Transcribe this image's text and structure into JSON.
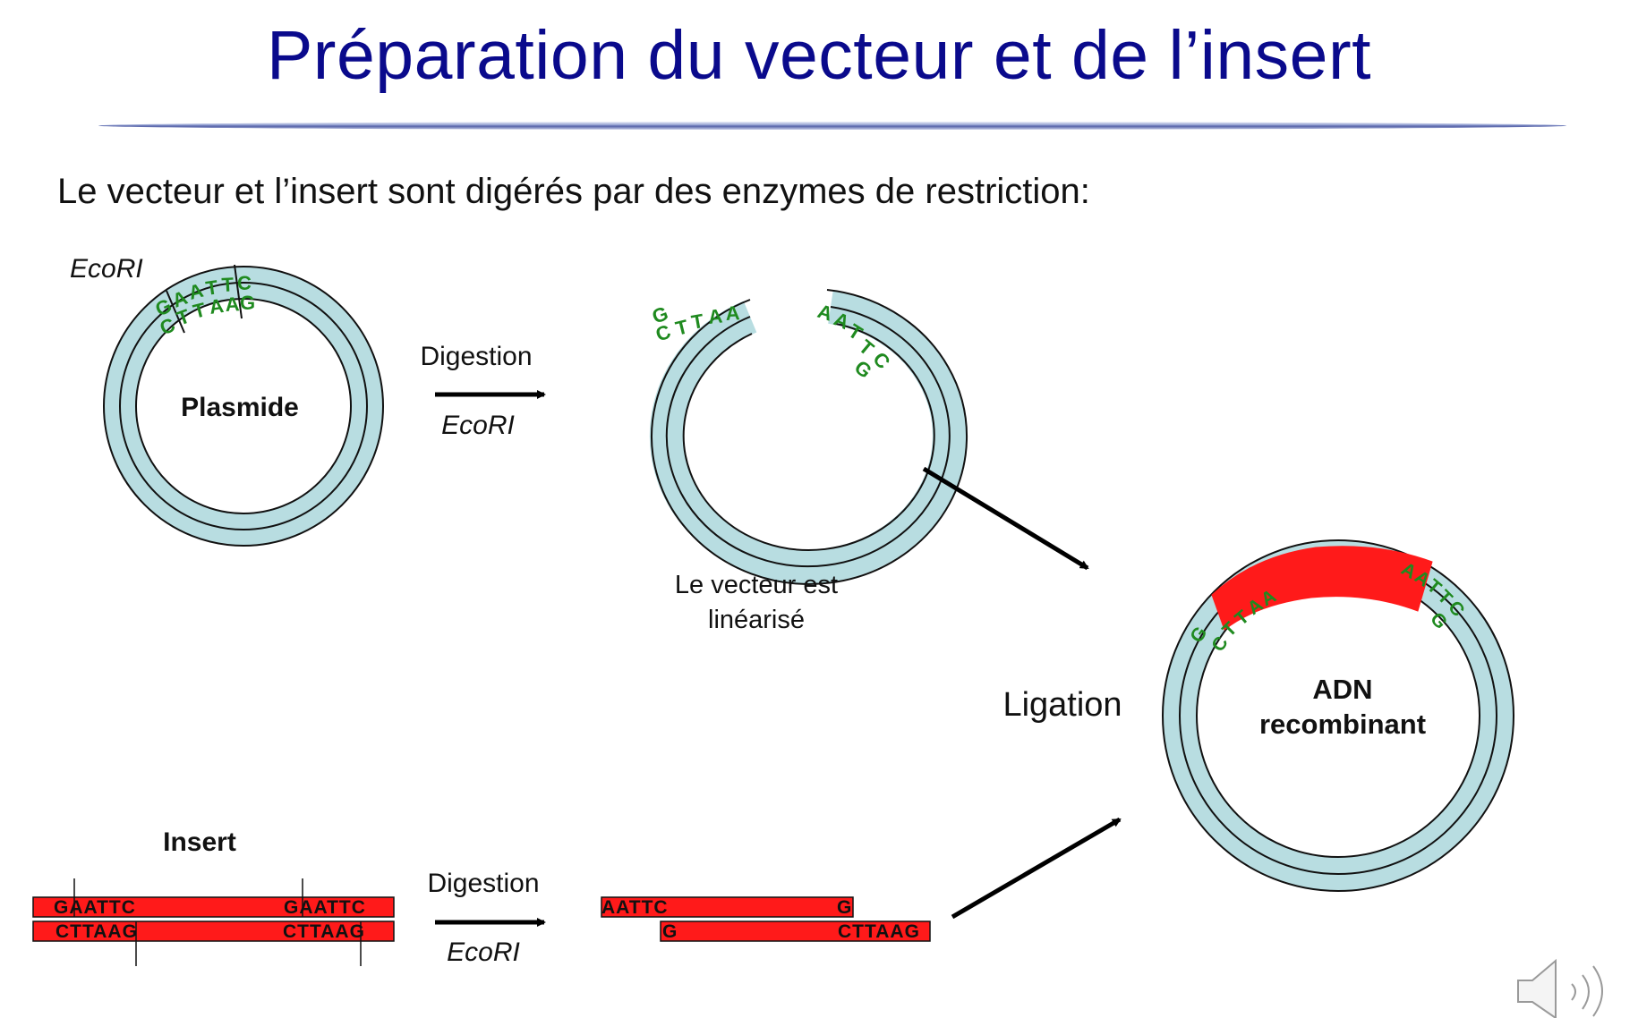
{
  "title": "Préparation du vecteur et de l’insert",
  "subtitle": "Le vecteur et l’insert sont digérés par des enzymes de restriction:",
  "plasmid": {
    "enzyme": "EcoRI",
    "label": "Plasmide",
    "site_top": [
      "G",
      "A",
      "A",
      "T",
      "T",
      "C"
    ],
    "site_bottom": [
      "C",
      "T",
      "T",
      "A",
      "A",
      "G"
    ]
  },
  "digestion_top": {
    "label": "Digestion",
    "enzyme": "EcoRI"
  },
  "linearized": {
    "left_end": [
      "G",
      "C",
      "T",
      "T",
      "A",
      "A"
    ],
    "right_end": [
      "A",
      "A",
      "T",
      "T",
      "C",
      "G"
    ],
    "caption_line1": "Le vecteur est",
    "caption_line2": "linéarisé"
  },
  "ligation_label": "Ligation",
  "recombinant": {
    "line1": "ADN",
    "line2": "recombinant",
    "left_junction": [
      "G",
      "C",
      "T",
      "T",
      "A",
      "A"
    ],
    "right_junction": [
      "A",
      "A",
      "T",
      "T",
      "C",
      "G"
    ]
  },
  "insert": {
    "label": "Insert",
    "top_site_1": "GAATTC",
    "top_site_2": "GAATTC",
    "bottom_site_1": "CTTAAG",
    "bottom_site_2": "CTTAAG"
  },
  "digestion_bottom": {
    "label": "Digestion",
    "enzyme": "EcoRI"
  },
  "cut_insert": {
    "top_left": "AATTC",
    "top_right": "G",
    "bottom_left": "G",
    "bottom_right": "CTTAAG"
  },
  "colors": {
    "title": "#0a0a8c",
    "dna_ring": "#b8dde1",
    "insert": "#ff1a1a",
    "sequence_green": "#1f8a1f"
  },
  "icons": {
    "audio": "speaker-icon"
  }
}
